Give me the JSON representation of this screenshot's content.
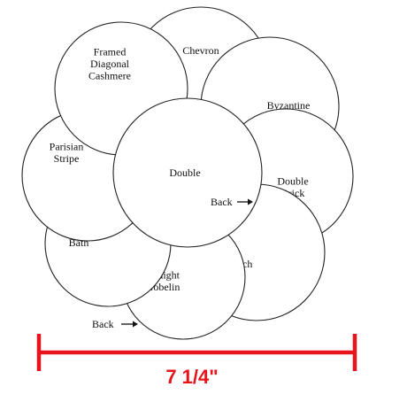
{
  "circles": [
    {
      "id": "chevron",
      "lines": [
        "Chevron"
      ]
    },
    {
      "id": "byzantine",
      "lines": [
        "Byzantine"
      ]
    },
    {
      "id": "double-brick",
      "lines": [
        "Double",
        "Brick"
      ]
    },
    {
      "id": "scotch",
      "lines": [
        "Scotch"
      ]
    },
    {
      "id": "straight-gobelin",
      "lines": [
        "Straight",
        "Gobelin"
      ]
    },
    {
      "id": "bath",
      "lines": [
        "Bath"
      ]
    },
    {
      "id": "parisian-stripe",
      "lines": [
        "Parisian",
        "Stripe"
      ]
    },
    {
      "id": "framed-diagonal-cashmere",
      "lines": [
        "Framed",
        "Diagonal",
        "Cashmere"
      ]
    },
    {
      "id": "double",
      "lines": [
        "Double"
      ]
    }
  ],
  "annotations": {
    "back_right": "Back",
    "back_bottom": "Back"
  },
  "dimension": {
    "label": "7 1/4\"",
    "color": "#e8141b"
  }
}
